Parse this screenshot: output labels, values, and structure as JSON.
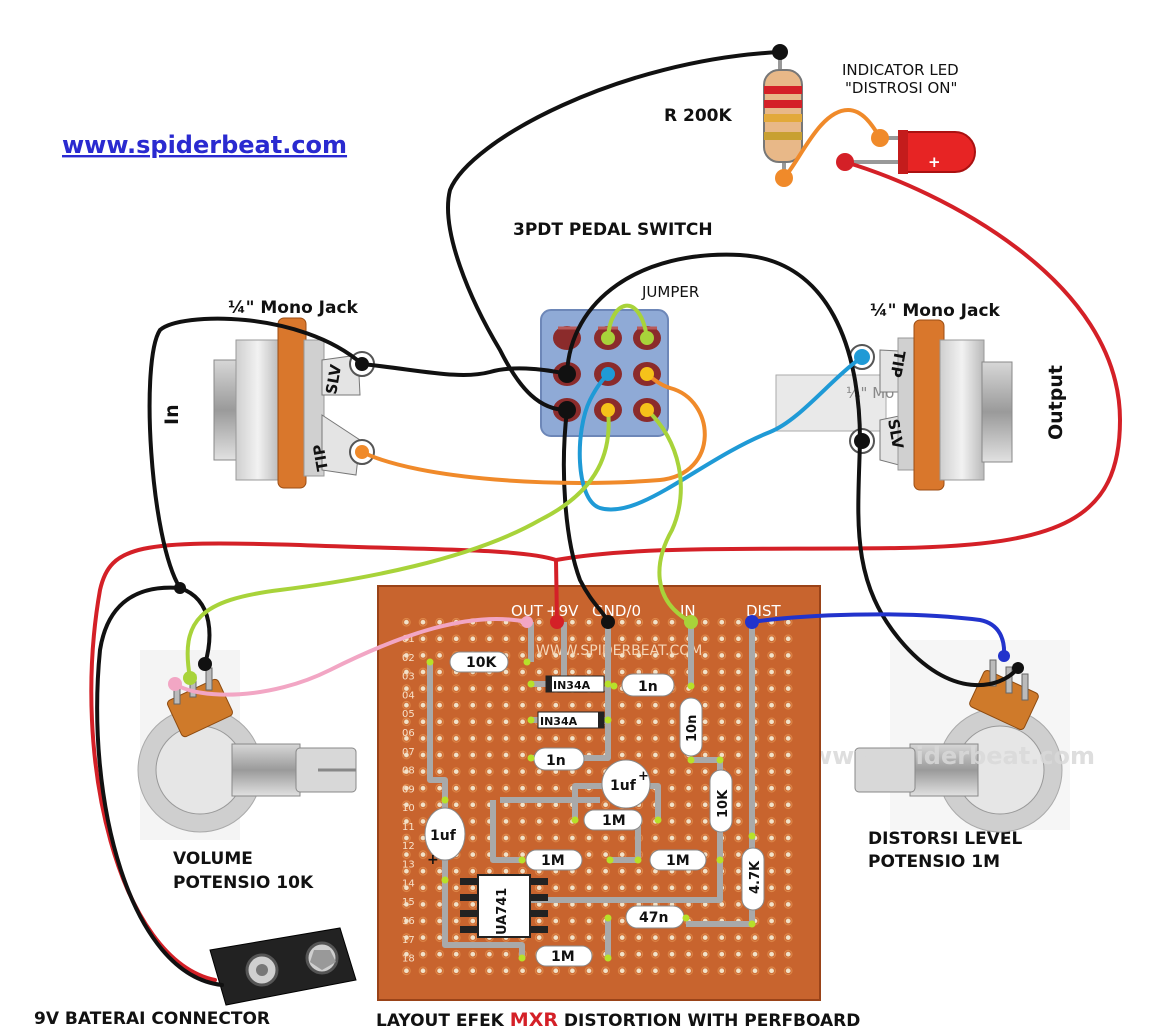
{
  "website": "www.spiderbeat.com",
  "switch_title": "3PDT PEDAL SWITCH",
  "jumper_label": "JUMPER",
  "resistor_label": "R 200K",
  "led_label_line1": "INDICATOR LED",
  "led_label_line2": "\"DISTROSI ON\"",
  "input_jack": {
    "title": "¼\" Mono Jack",
    "side": "In",
    "sleeve": "SLV",
    "tip": "TIP"
  },
  "output_jack": {
    "title": "¼\" Mono Jack",
    "side": "Output",
    "sleeve": "SLV",
    "tip": "TIP",
    "body_text": "¼\" Mo"
  },
  "volume_label_line1": "VOLUME",
  "volume_label_line2": "POTENSIO 10K",
  "distortion_label_line1": "DISTORSI LEVEL",
  "distortion_label_line2": "POTENSIO 1M",
  "battery_label": "9V BATERAI CONNECTOR",
  "footer": {
    "prefix": "LAYOUT EFEK ",
    "brand": "MXR",
    "suffix": " DISTORTION  WITH PERFBOARD"
  },
  "board": {
    "watermark": "WWW.SPIDERBEAT.COM",
    "pins": {
      "out": "OUT",
      "plus9v": "+9V",
      "gnd": "GND/0",
      "in": "IN",
      "dist": "DIST"
    },
    "row_numbers": [
      "01",
      "02",
      "03",
      "04",
      "05",
      "06",
      "07",
      "08",
      "09",
      "10",
      "11",
      "12",
      "13",
      "14",
      "15",
      "16",
      "17",
      "18"
    ],
    "components": {
      "r10k_top": "10K",
      "d1": "IN34A",
      "d2": "IN34A",
      "c1n_a": "1n",
      "c10n": "10n",
      "c1n_b": "1n",
      "c1uf_a": "1uf",
      "r10k_side": "10K",
      "r1m_a": "1M",
      "c1uf_b": "1uf",
      "r1m_b": "1M",
      "r1m_c": "1M",
      "r4k7": "4.7K",
      "ic": "UA741",
      "c47n": "47n",
      "r1m_d": "1M"
    },
    "plus_sign": "+"
  },
  "colors": {
    "red": "#d42027",
    "black": "#111111",
    "orange": "#f08a2a",
    "blue": "#1f9ad6",
    "lime": "#a8d33a",
    "pink": "#f2a6c4",
    "navy": "#2233cc",
    "board": "#c8642e",
    "switch_body": "#8faad6"
  }
}
